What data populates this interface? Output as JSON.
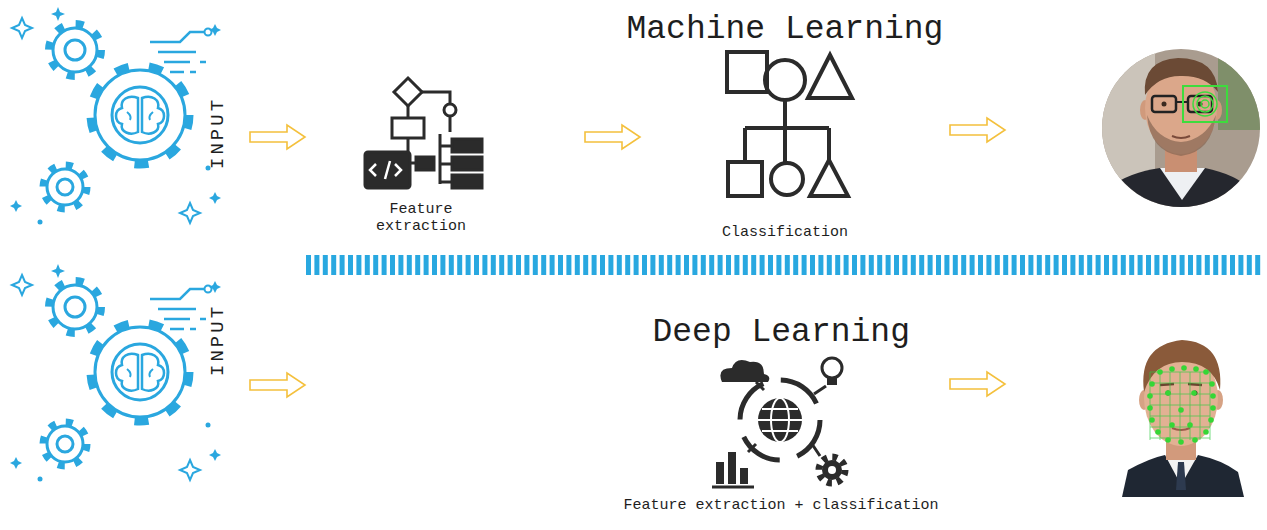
{
  "diagram": {
    "nodes": [
      {
        "text": [
          "INPUT"
        ]
      },
      {
        "text": [
          "Feature extraction"
        ]
      },
      {
        "text": [
          "Classification"
        ]
      },
      {
        "text": [
          "INPUT"
        ]
      },
      {
        "text": [
          "Feature extraction + classification"
        ]
      }
    ],
    "edges": [
      {
        "from": 0,
        "to": 1,
        "arrow": "to"
      },
      {
        "from": 1,
        "to": 2,
        "arrow": "to"
      },
      {
        "from": 3,
        "to": 4,
        "arrow": "to"
      }
    ],
    "labels": [
      "Machine Learning",
      "Deep Learning"
    ]
  }
}
